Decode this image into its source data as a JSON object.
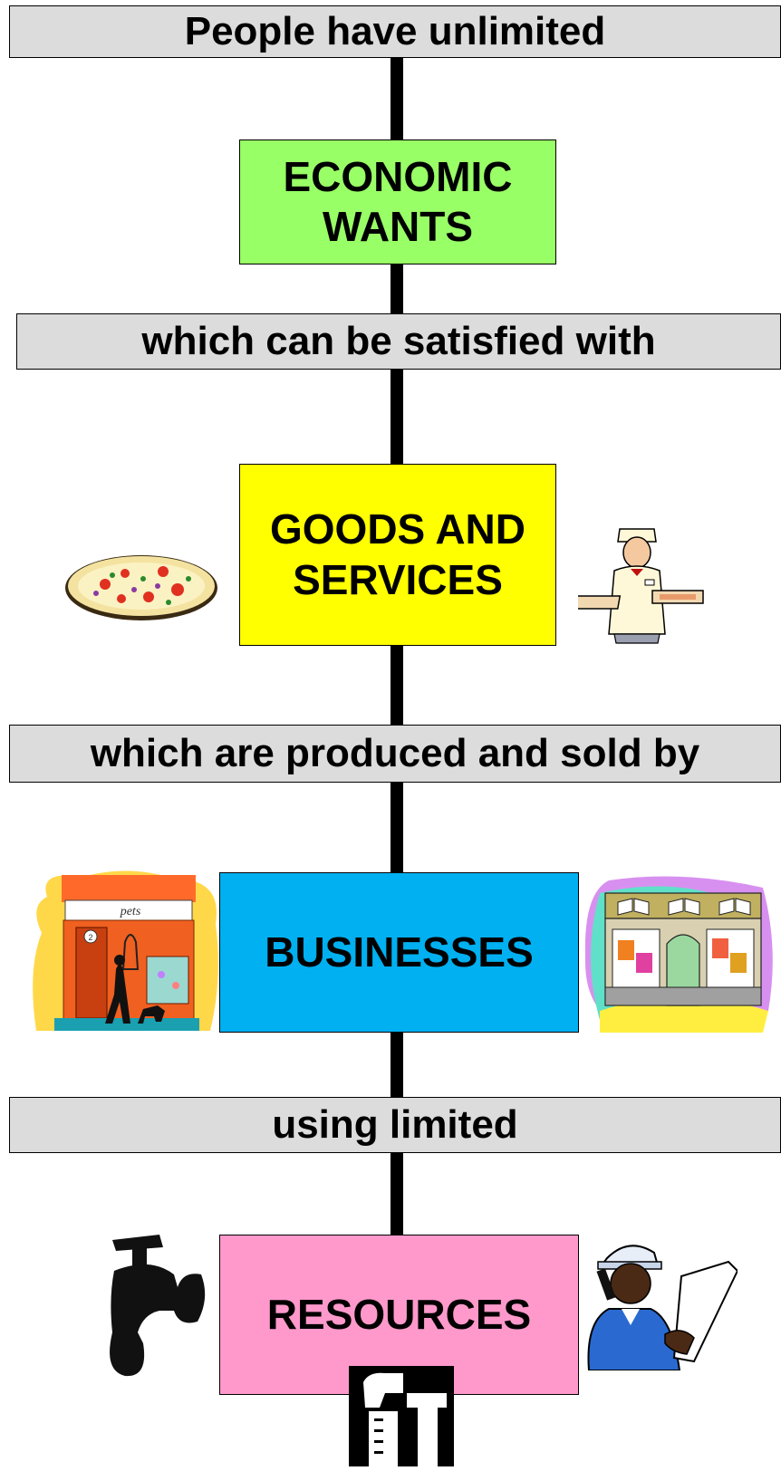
{
  "banners": [
    {
      "text": "People have unlimited"
    },
    {
      "text": "which can be satisfied with"
    },
    {
      "text": "which are produced and sold by"
    },
    {
      "text": "using limited"
    }
  ],
  "boxes": [
    {
      "text": "ECONOMIC\nWANTS",
      "color": "#99ff66"
    },
    {
      "text": "GOODS AND\nSERVICES",
      "color": "#ffff00"
    },
    {
      "text": "BUSINESSES",
      "color": "#00b0f0"
    },
    {
      "text": "RESOURCES",
      "color": "#ff99cc"
    }
  ],
  "store_sign": "pets",
  "store_number": "2"
}
